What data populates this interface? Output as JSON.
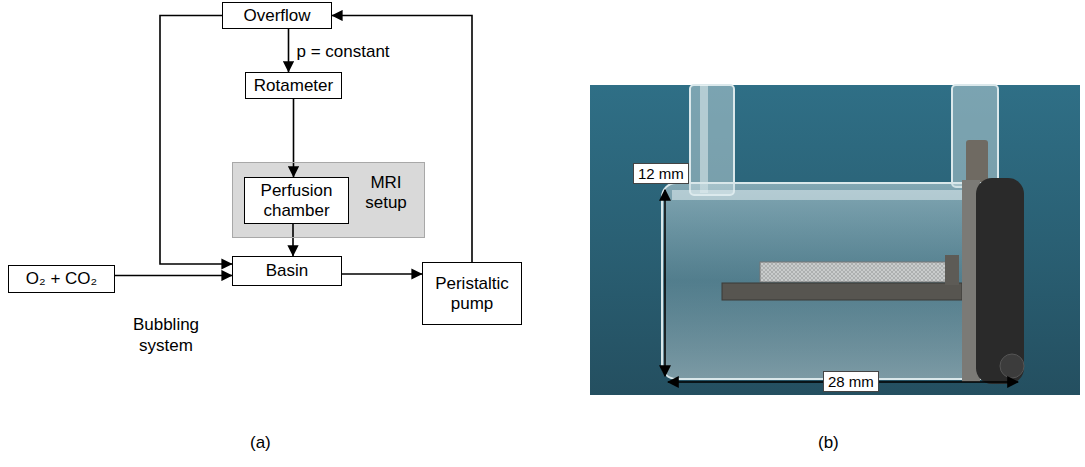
{
  "diagram": {
    "nodes": [
      {
        "text": [
          "Overflow"
        ]
      },
      {
        "text": [
          "Rotameter"
        ]
      },
      {
        "text": [
          "MRI setup"
        ]
      },
      {
        "text": [
          "Perfusion chamber"
        ],
        "in": 2
      },
      {
        "text": [
          "Basin"
        ]
      },
      {
        "text": [
          "O₂ + CO₂"
        ]
      },
      {
        "text": [
          "Peristaltic pump"
        ]
      }
    ],
    "edges": [
      {
        "from": 0,
        "to": 1,
        "label": "p = constant",
        "arrow": "to"
      },
      {
        "from": 1,
        "to": 3,
        "arrow": "to"
      },
      {
        "from": 3,
        "to": 4,
        "arrow": "to"
      },
      {
        "from": 0,
        "to": 4,
        "arrow": "to"
      },
      {
        "from": 5,
        "to": 4,
        "arrow": "to"
      },
      {
        "from": 4,
        "to": 6,
        "arrow": "to"
      },
      {
        "from": 6,
        "to": 0,
        "arrow": "to"
      }
    ],
    "labels": [
      "Bubbling system",
      "12 mm",
      "28 mm",
      "(a)",
      "(b)"
    ]
  }
}
